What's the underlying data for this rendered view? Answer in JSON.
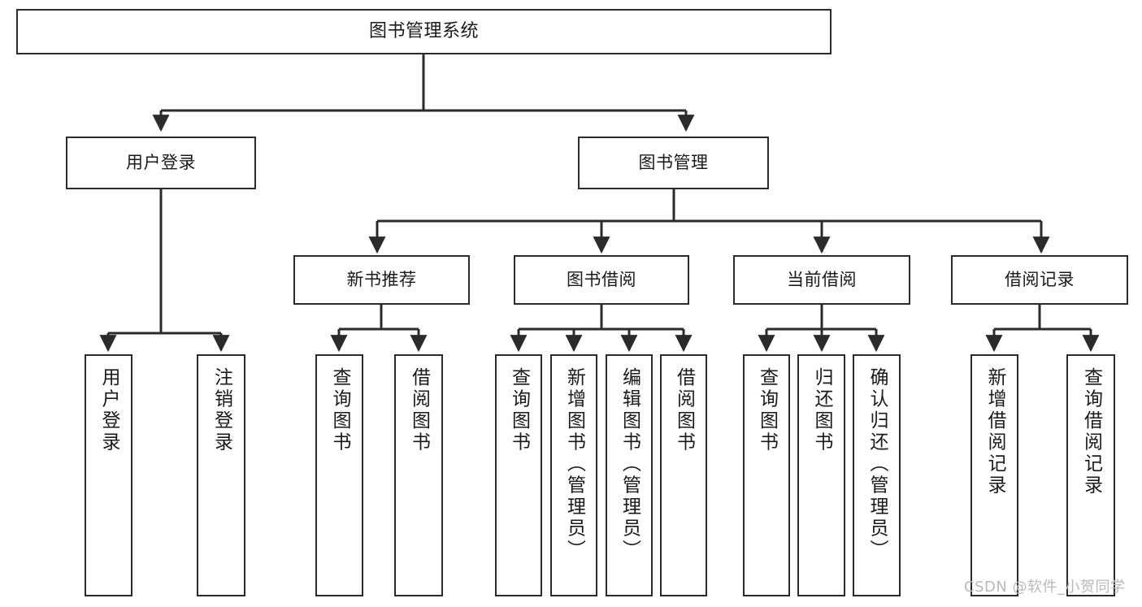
{
  "diagram": {
    "title": "图书管理系统",
    "type": "tree-hierarchy-diagram",
    "colors": {
      "box_border": "#2b2b2b",
      "box_fill": "#ffffff",
      "line": "#2b2b2b",
      "text": "#1a1a1a",
      "watermark": "#b9b9b9",
      "background": "#ffffff"
    },
    "root": {
      "label": "图书管理系统"
    },
    "level2": [
      {
        "label": "用户登录"
      },
      {
        "label": "图书管理"
      }
    ],
    "level3": [
      {
        "label": "新书推荐"
      },
      {
        "label": "图书借阅"
      },
      {
        "label": "当前借阅"
      },
      {
        "label": "借阅记录"
      }
    ],
    "leaves": {
      "user_login": [
        {
          "label": "用户登录"
        },
        {
          "label": "注销登录"
        }
      ],
      "new_book_recommend": [
        {
          "label": "查询图书"
        },
        {
          "label": "借阅图书"
        }
      ],
      "book_borrow": [
        {
          "label": "查询图书"
        },
        {
          "label": "新增图书（管理员）"
        },
        {
          "label": "编辑图书（管理员）"
        },
        {
          "label": "借阅图书"
        }
      ],
      "current_borrow": [
        {
          "label": "查询图书"
        },
        {
          "label": "归还图书"
        },
        {
          "label": "确认归还（管理员）"
        }
      ],
      "borrow_record": [
        {
          "label": "新增借阅记录"
        },
        {
          "label": "查询借阅记录"
        }
      ]
    }
  },
  "watermark": {
    "text": "CSDN @软件_小贺同学"
  }
}
